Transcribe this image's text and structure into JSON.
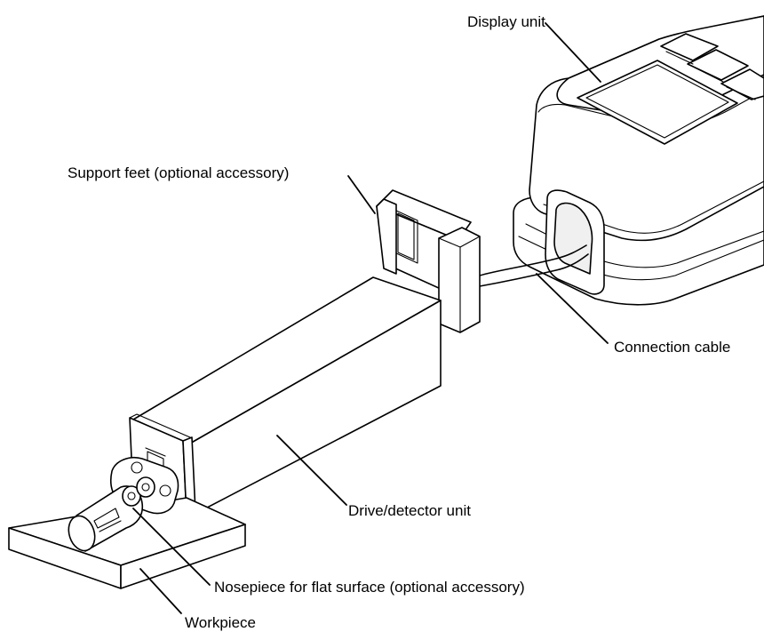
{
  "labels": {
    "display_unit": "Display unit",
    "support_feet": "Support feet (optional accessory)",
    "connection_cable": "Connection cable",
    "drive_detector_unit": "Drive/detector unit",
    "nosepiece": "Nosepiece for flat surface (optional accessory)",
    "workpiece": "Workpiece"
  }
}
